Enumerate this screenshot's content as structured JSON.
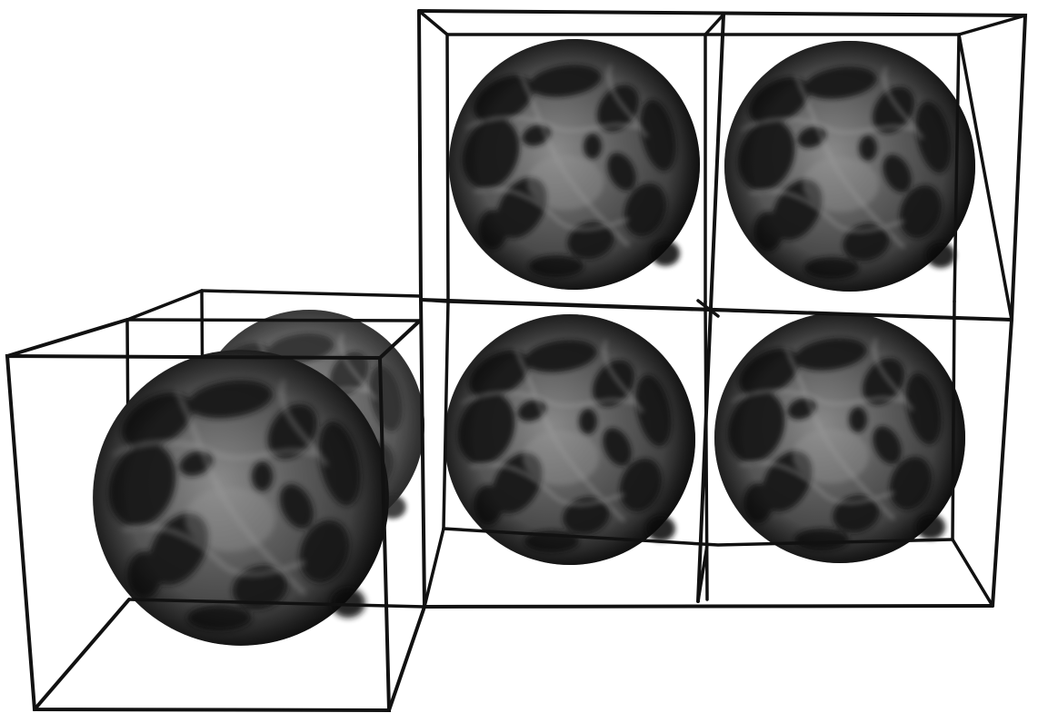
{
  "figure": {
    "background": "#ffffff",
    "line_color": "#111111",
    "sphere_colors": {
      "light": "#8a8a8a",
      "mid": "#5c5c5c",
      "dark": "#2b2b2b",
      "spot": "#121212"
    },
    "grid": {
      "rows": 2,
      "columns": 2,
      "cell_content": "textured-sphere",
      "cell_count": 4
    },
    "offset_cube": {
      "content": "textured-sphere-with-motion-ghost",
      "count": 1
    },
    "sphere_count": 5
  }
}
